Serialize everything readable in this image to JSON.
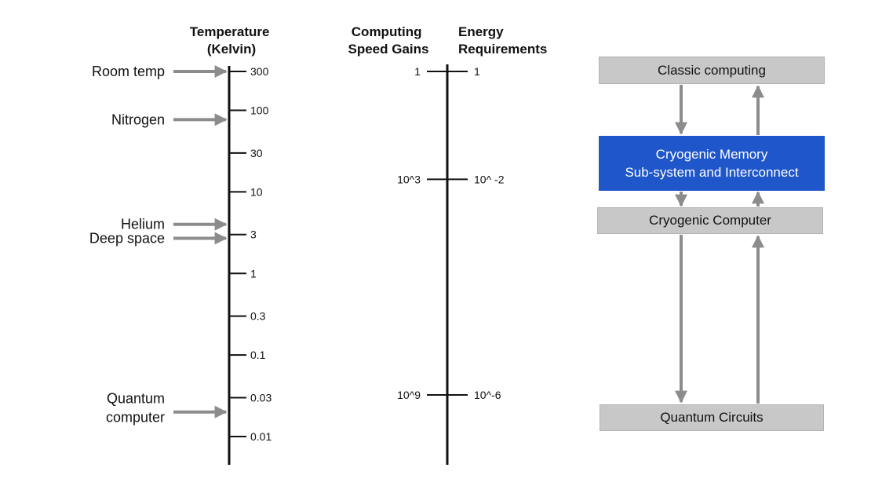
{
  "temperature": {
    "header": [
      "Temperature",
      "(Kelvin)"
    ],
    "ticks": [
      "300",
      "100",
      "30",
      "10",
      "3",
      "1",
      "0.3",
      "0.1",
      "0.03",
      "0.01"
    ],
    "markers": [
      {
        "lines": [
          "Room temp"
        ],
        "value": "300"
      },
      {
        "lines": [
          "Nitrogen"
        ],
        "value": "77"
      },
      {
        "lines": [
          "Helium"
        ],
        "value": "4"
      },
      {
        "lines": [
          "Deep space"
        ],
        "value": "2.7"
      },
      {
        "lines": [
          "Quantum",
          "computer"
        ],
        "value": "0.02"
      }
    ]
  },
  "gains": {
    "left_header": [
      "Computing",
      "Speed Gains"
    ],
    "right_header": [
      "Energy",
      "Requirements"
    ],
    "rows": [
      {
        "speed": "1",
        "energy": "1"
      },
      {
        "speed": "10^3",
        "energy": "10^ -2"
      },
      {
        "speed": "10^9",
        "energy": "10^-6"
      }
    ]
  },
  "stack": {
    "classic": "Classic computing",
    "memory_line1": "Cryogenic Memory",
    "memory_line2": "Sub-system and Interconnect",
    "cryo_computer": "Cryogenic Computer",
    "quantum": "Quantum Circuits"
  },
  "colors": {
    "arrow": "#8c8c8c",
    "axis": "#111111",
    "box_gray": "#c8c8c8",
    "box_blue": "#1f56c9"
  }
}
